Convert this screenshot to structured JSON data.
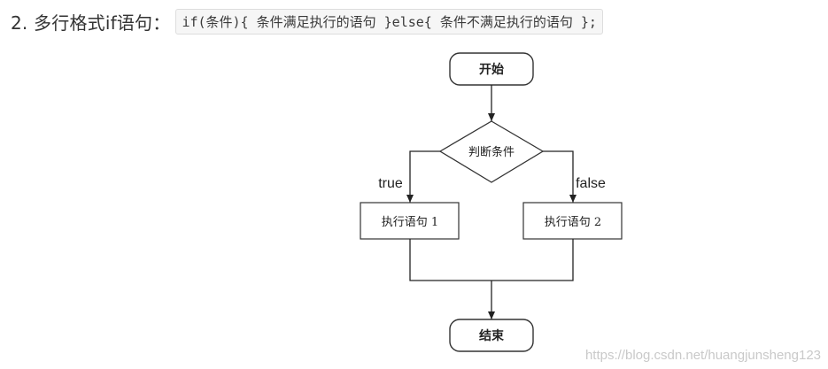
{
  "heading": {
    "title": "2. 多行格式if语句：",
    "code": "if(条件){ 条件满足执行的语句 }else{ 条件不满足执行的语句 };"
  },
  "flowchart": {
    "start": "开始",
    "condition": "判断条件",
    "true_label": "true",
    "false_label": "false",
    "statement_1": "执行语句 1",
    "statement_2": "执行语句 2",
    "end": "结束"
  },
  "watermark": "https://blog.csdn.net/huangjunsheng123"
}
